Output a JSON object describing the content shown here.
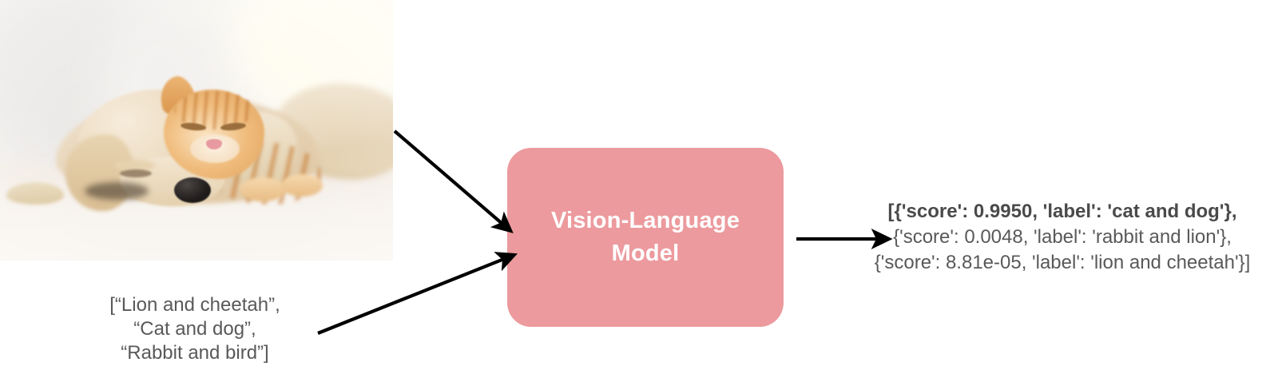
{
  "diagram": {
    "title": "Vision-Language Model zero-shot classification flow",
    "accent_color": "#EC9A9E",
    "text_color": "#595959",
    "arrow_color": "#000000"
  },
  "input_image": {
    "alt": "Photo of a sleeping golden puppy and an orange tabby kitten cuddling on a white blanket",
    "subjects": [
      "puppy",
      "kitten"
    ]
  },
  "prompt": {
    "label": "[“Lion and cheetah”,\n“Cat and dog”,\n“Rabbit and bird”]",
    "lines": [
      "[“Lion and cheetah”,",
      "“Cat and dog”,",
      "“Rabbit and bird”]"
    ]
  },
  "model": {
    "label": "Vision-Language\nModel",
    "box_color": "#EC9A9E",
    "label_color": "#FFFFFF"
  },
  "output": {
    "lines": [
      {
        "text": "[{'score': 0.9950, 'label': 'cat and dog'},",
        "bold": true
      },
      {
        "text": "{'score': 0.0048, 'label': 'rabbit and lion'},",
        "bold": false
      },
      {
        "text": "{'score': 8.81e-05, 'label': 'lion and cheetah'}]",
        "bold": false
      }
    ],
    "predictions": [
      {
        "score": 0.995,
        "label": "cat and dog"
      },
      {
        "score": 0.0048,
        "label": "rabbit and lion"
      },
      {
        "score": 8.81e-05,
        "label": "lion and cheetah"
      }
    ]
  },
  "arrows": {
    "image_to_model": "arrow-down-right",
    "prompt_to_model": "arrow-up-right",
    "model_to_output": "arrow-right"
  }
}
